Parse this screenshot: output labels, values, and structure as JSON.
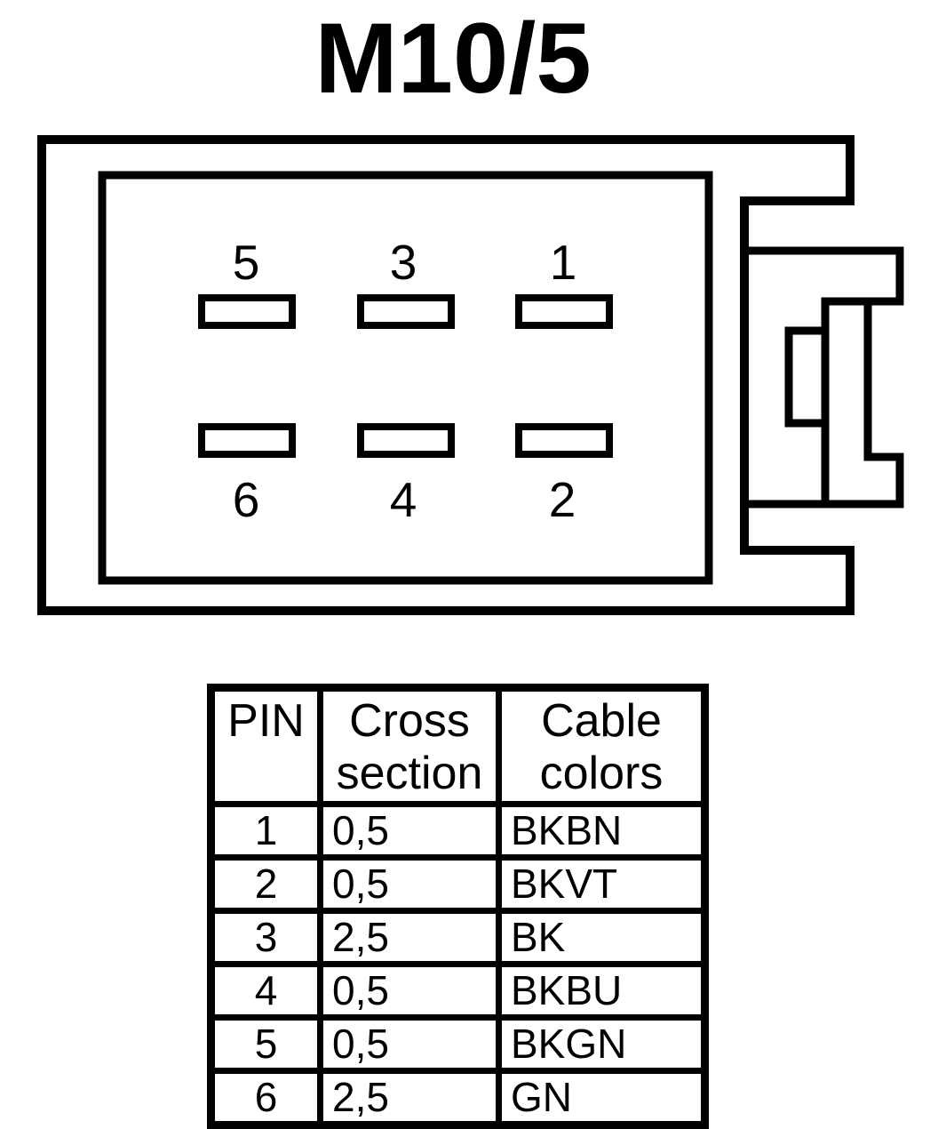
{
  "title": "M10/5",
  "colors": {
    "line": "#000000",
    "background": "#ffffff"
  },
  "connector": {
    "pins_top_row": [
      {
        "number": "5"
      },
      {
        "number": "3"
      },
      {
        "number": "1"
      }
    ],
    "pins_bottom_row": [
      {
        "number": "6"
      },
      {
        "number": "4"
      },
      {
        "number": "2"
      }
    ]
  },
  "table": {
    "headers": [
      "PIN",
      "Cross section",
      "Cable colors"
    ],
    "rows": [
      {
        "pin": "1",
        "cross_section": "0,5",
        "cable_colors": "BKBN"
      },
      {
        "pin": "2",
        "cross_section": "0,5",
        "cable_colors": "BKVT"
      },
      {
        "pin": "3",
        "cross_section": "2,5",
        "cable_colors": "BK"
      },
      {
        "pin": "4",
        "cross_section": "0,5",
        "cable_colors": "BKBU"
      },
      {
        "pin": "5",
        "cross_section": "0,5",
        "cable_colors": "BKGN"
      },
      {
        "pin": "6",
        "cross_section": "2,5",
        "cable_colors": "GN"
      }
    ]
  }
}
